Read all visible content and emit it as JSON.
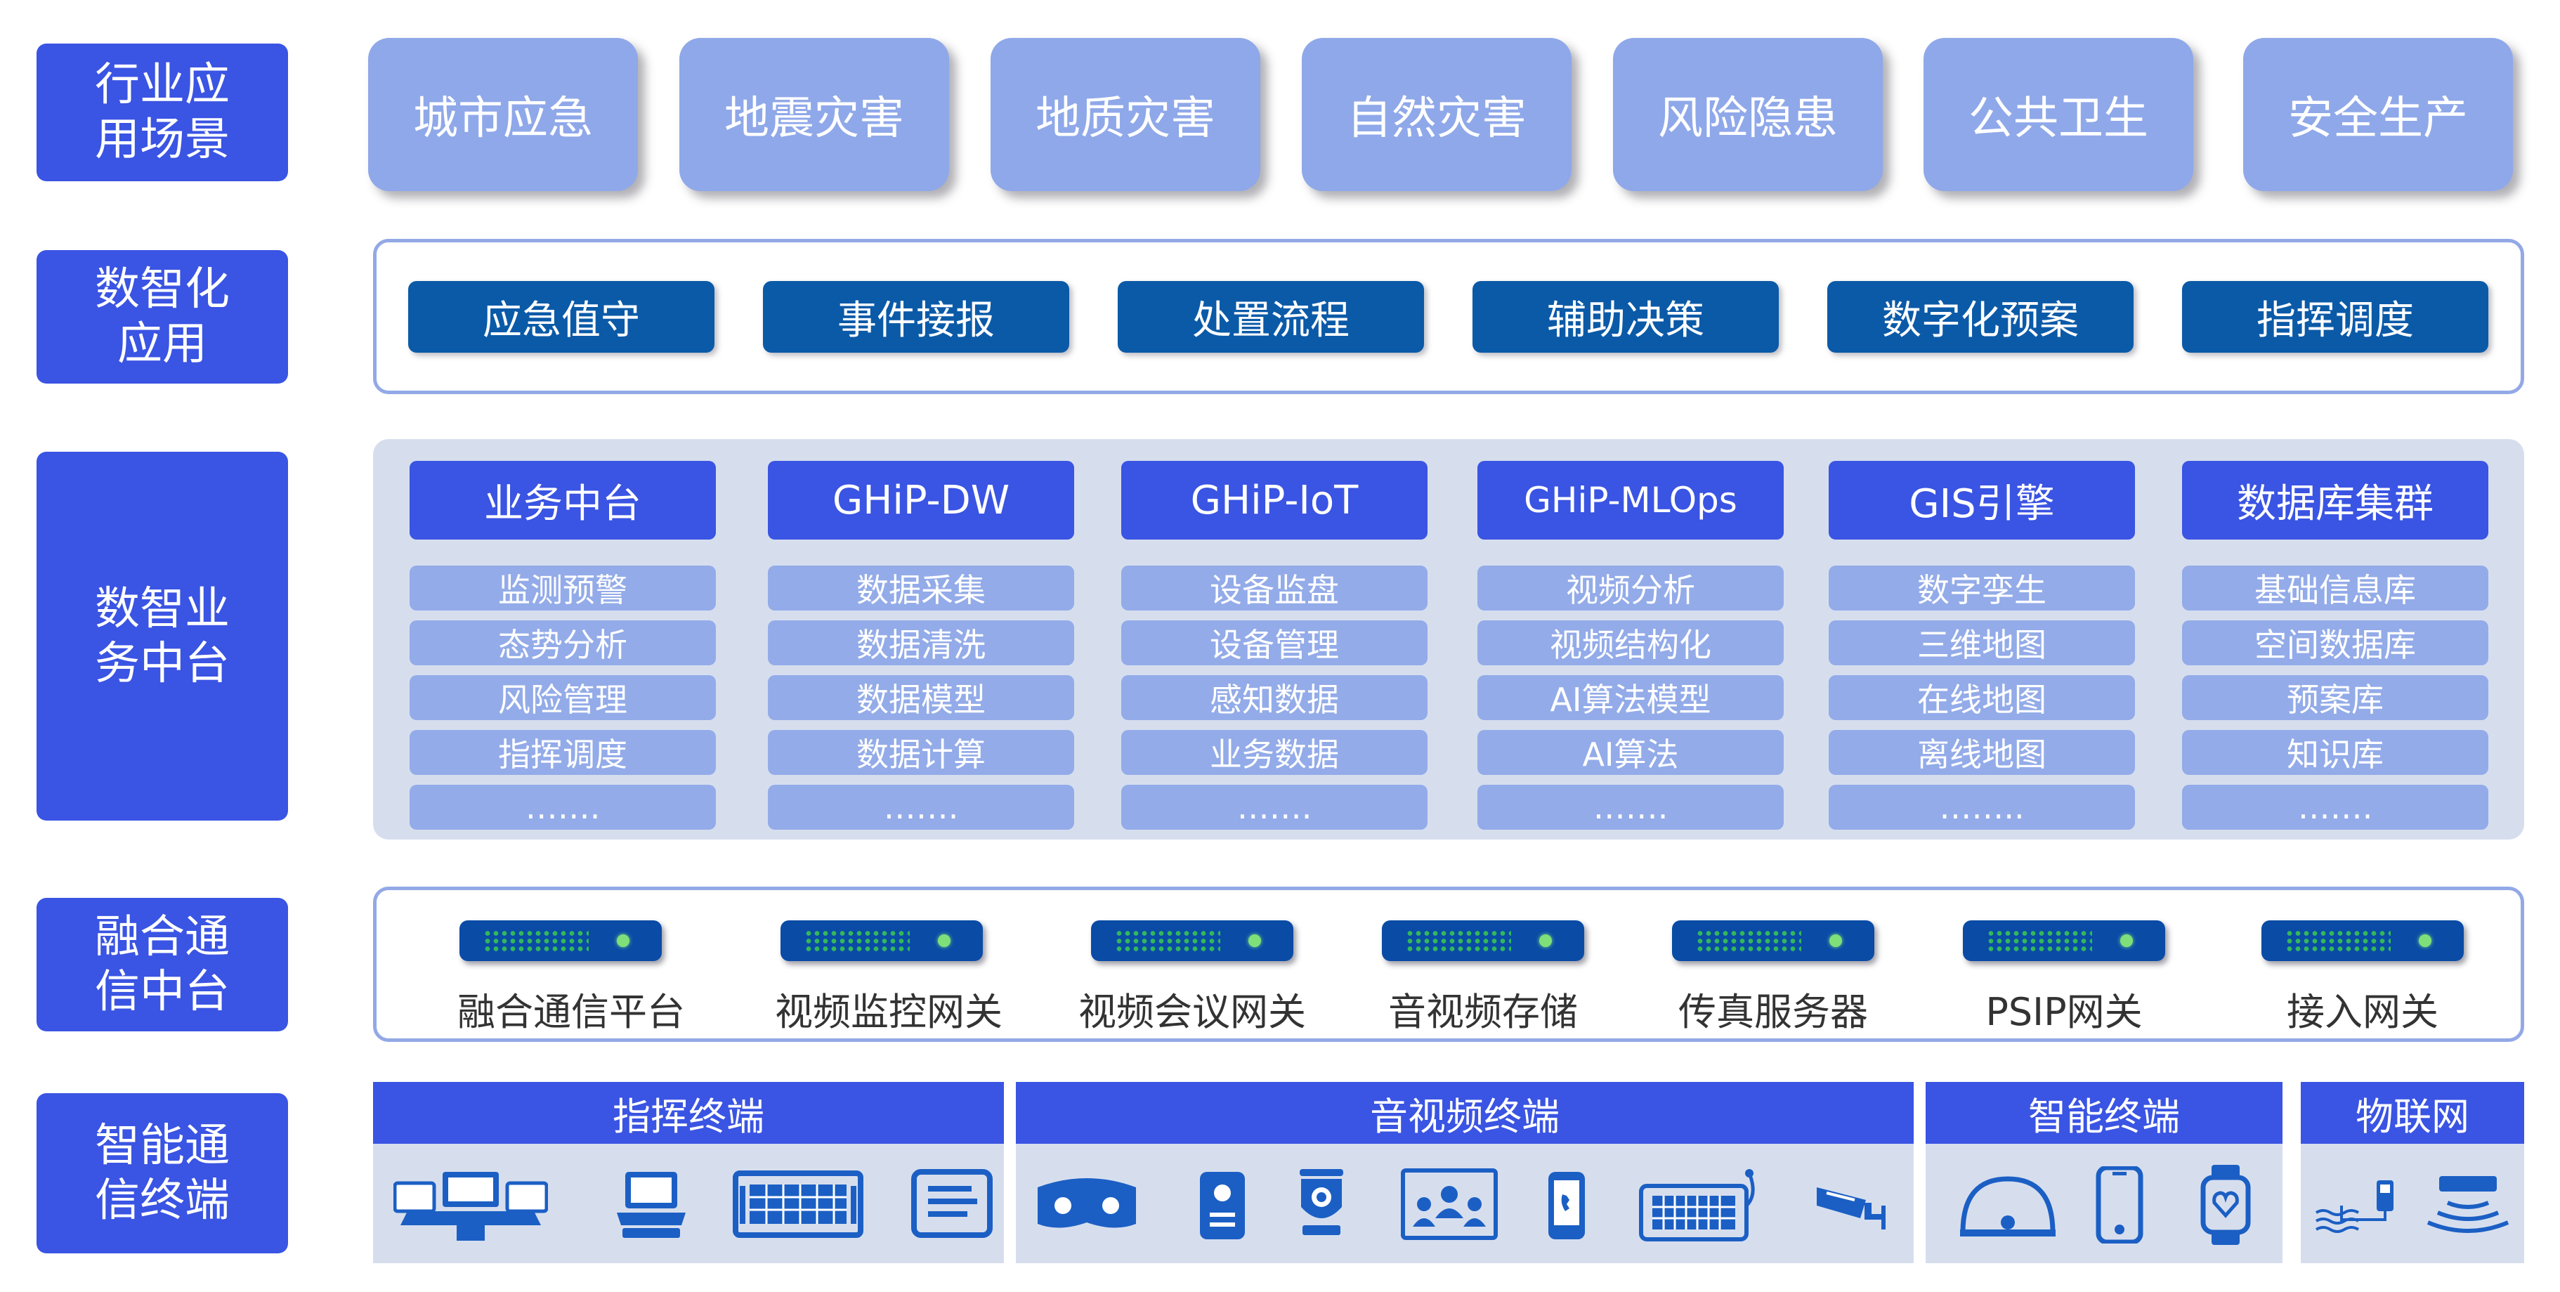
{
  "labels": {
    "l1": "行业应\n用场景",
    "l2": "数智化\n应用",
    "l3": "数智业\n务中台",
    "l4": "融合通\n信中台",
    "l5": "智能通\n信终端"
  },
  "scenarios": [
    "城市应急",
    "地震灾害",
    "地质灾害",
    "自然灾害",
    "风险隐患",
    "公共卫生",
    "安全生产"
  ],
  "apps": [
    "应急值守",
    "事件接报",
    "处置流程",
    "辅助决策",
    "数字化预案",
    "指挥调度"
  ],
  "platform": [
    {
      "head": "业务中台",
      "items": [
        "监测预警",
        "态势分析",
        "风险管理",
        "指挥调度",
        "……."
      ]
    },
    {
      "head": "GHiP-DW",
      "items": [
        "数据采集",
        "数据清洗",
        "数据模型",
        "数据计算",
        "……."
      ]
    },
    {
      "head": "GHiP-IoT",
      "items": [
        "设备监盘",
        "设备管理",
        "感知数据",
        "业务数据",
        "……."
      ]
    },
    {
      "head": "GHiP-MLOps",
      "items": [
        "视频分析",
        "视频结构化",
        "AI算法模型",
        "AI算法",
        "……."
      ]
    },
    {
      "head": "GIS引擎",
      "items": [
        "数字孪生",
        "三维地图",
        "在线地图",
        "离线地图",
        "…….."
      ]
    },
    {
      "head": "数据库集群",
      "items": [
        "基础信息库",
        "空间数据库",
        "预案库",
        "知识库",
        "……."
      ]
    }
  ],
  "comm": [
    "融合通信平台",
    "视频监控网关",
    "视频会议网关",
    "音视频存储",
    "传真服务器",
    "PSIP网关",
    "接入网关"
  ],
  "terminals": {
    "command": "指挥终端",
    "av": "音视频终端",
    "smart": "智能终端",
    "iot": "物联网"
  },
  "colors": {
    "accent": "#3a54e3",
    "scene_tile": "#8fa8e9",
    "app_button": "#0b5aa8",
    "panel_bg": "#d6deee",
    "frame": "#93a9e6",
    "icon": "#1b5fc4"
  }
}
